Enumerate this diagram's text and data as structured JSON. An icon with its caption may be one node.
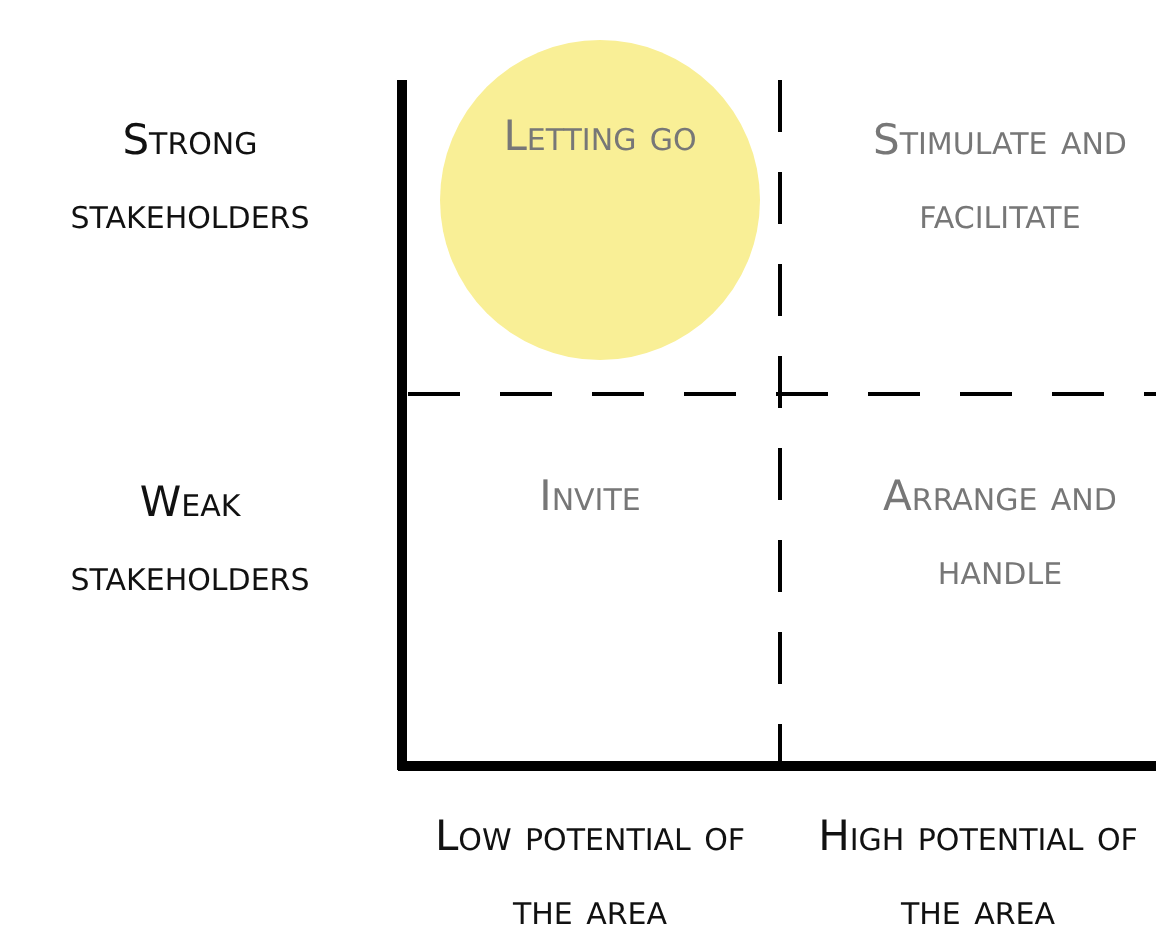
{
  "diagram": {
    "nodes": [
      {
        "text": [
          "Letting go"
        ]
      }
    ],
    "labels": [
      "Strong stakeholders",
      "Stimulate and facilitate",
      "Weak stakeholders",
      "Invite",
      "Arrange and handle",
      "Low potential of the area",
      "High potential of the area"
    ]
  }
}
